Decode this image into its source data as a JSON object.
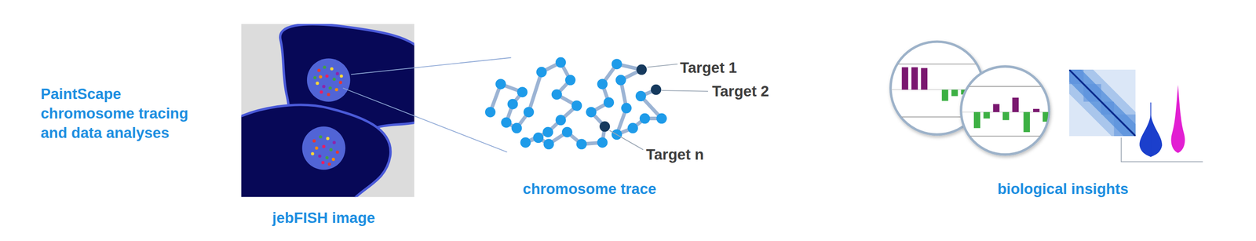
{
  "diagram": {
    "title": "PaintScape chromosome tracing and data analyses",
    "labels": [
      "jebFISH image",
      "chromosome trace",
      "Target 1",
      "Target 2",
      "Target n",
      "biological insights"
    ]
  }
}
